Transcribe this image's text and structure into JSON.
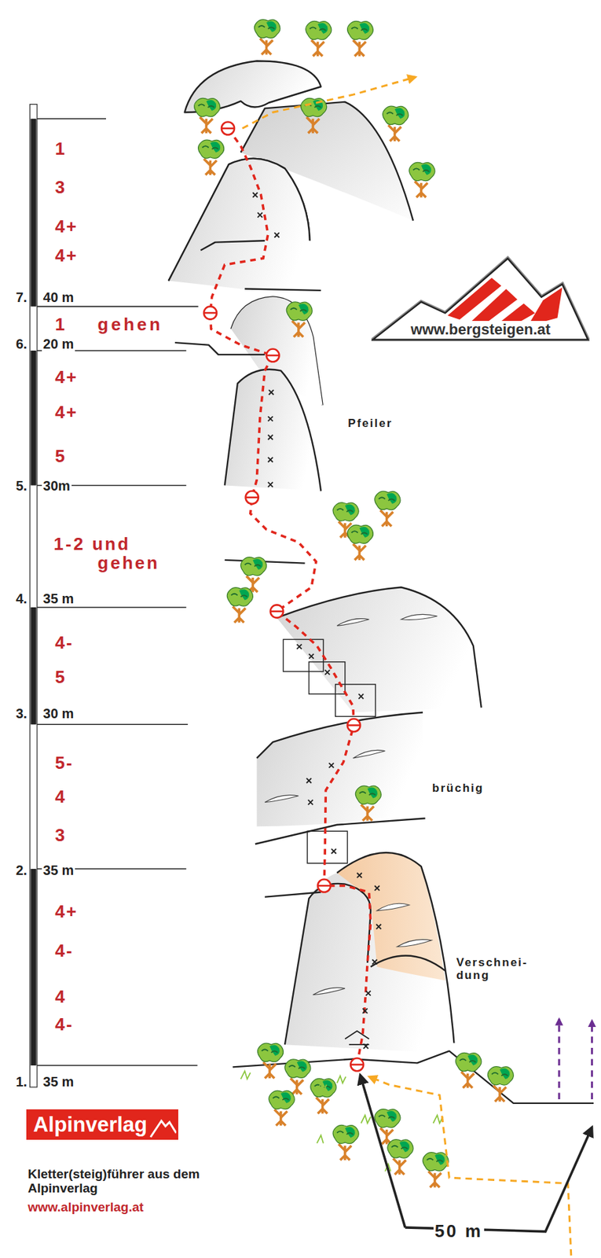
{
  "diagram": {
    "nodes": [
      {
        "text": [
          "Alpinverlag"
        ]
      },
      {
        "text": [
          "www.bergsteigen.at"
        ]
      }
    ],
    "labels": [
      "1",
      "3",
      "4+",
      "4+",
      "7.",
      "40 m",
      "1",
      "gehen",
      "6.",
      "20 m",
      "4+",
      "4+",
      "5",
      "Pfeiler",
      "5.",
      "30m",
      "1-2 und gehen",
      "4.",
      "35 m",
      "4-",
      "5",
      "3.",
      "30 m",
      "5-",
      "4",
      "3",
      "brüchig",
      "2.",
      "35 m",
      "4+",
      "4-",
      "4",
      "4-",
      "Verschnei- dung",
      "1.",
      "35 m",
      "50 m",
      "Kletter(steig)führer aus dem Alpinverlag",
      "www.alpinverlag.at"
    ]
  }
}
